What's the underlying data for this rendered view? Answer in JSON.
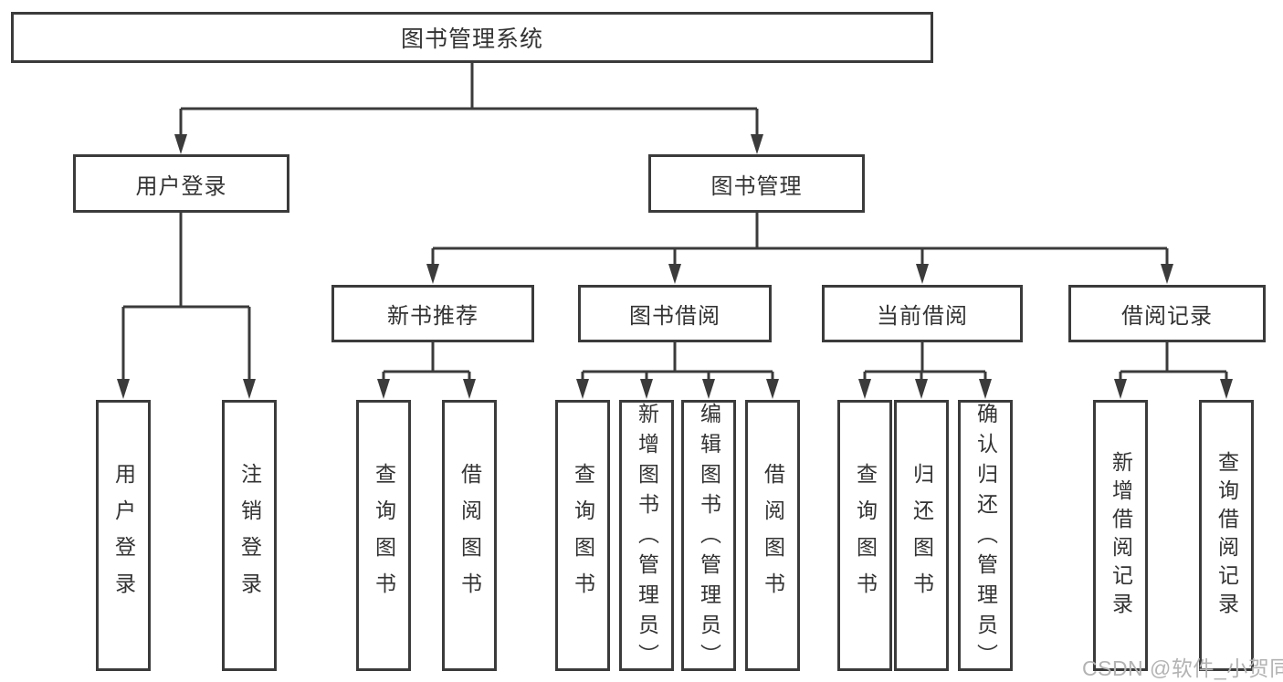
{
  "watermark": "CSDN @软件_小贺同学",
  "colors": {
    "line": "#3b3b3b",
    "text": "#333333",
    "watermark_color": "#b3b3b3",
    "background": "#ffffff"
  },
  "tree": {
    "root": {
      "label": "图书管理系统"
    },
    "level2": [
      {
        "label": "用户登录",
        "children_labels": [
          "用户登录",
          "注销登录"
        ]
      },
      {
        "label": "图书管理"
      }
    ],
    "level3": [
      {
        "label": "新书推荐",
        "children_labels": [
          "查询图书",
          "借阅图书"
        ]
      },
      {
        "label": "图书借阅",
        "children_labels": [
          "查询图书",
          "新增图书（管理员）",
          "编辑图书（管理员）",
          "借阅图书"
        ]
      },
      {
        "label": "当前借阅",
        "children_labels": [
          "查询图书",
          "归还图书",
          "确认归还（管理员）"
        ]
      },
      {
        "label": "借阅记录",
        "children_labels": [
          "新增借阅记录",
          "查询借阅记录"
        ]
      }
    ]
  }
}
